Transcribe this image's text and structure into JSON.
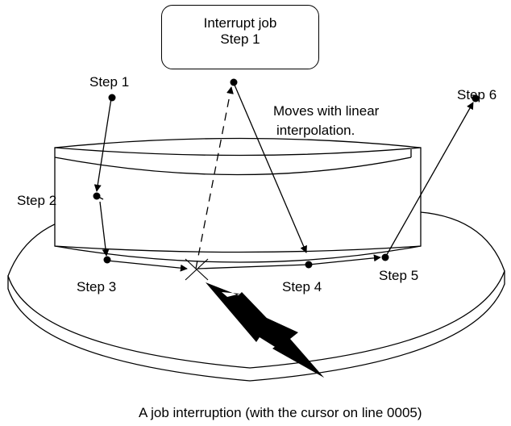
{
  "interrupt_box": {
    "line1": "Interrupt job",
    "line2": "Step 1"
  },
  "steps": {
    "step1": "Step 1",
    "step2": "Step 2",
    "step3": "Step 3",
    "step4": "Step 4",
    "step5": "Step 5",
    "step6": "Step 6"
  },
  "note": {
    "line1": "Moves with linear",
    "line2": "interpolation."
  },
  "caption": "A job interruption (with the cursor on line 0005)"
}
